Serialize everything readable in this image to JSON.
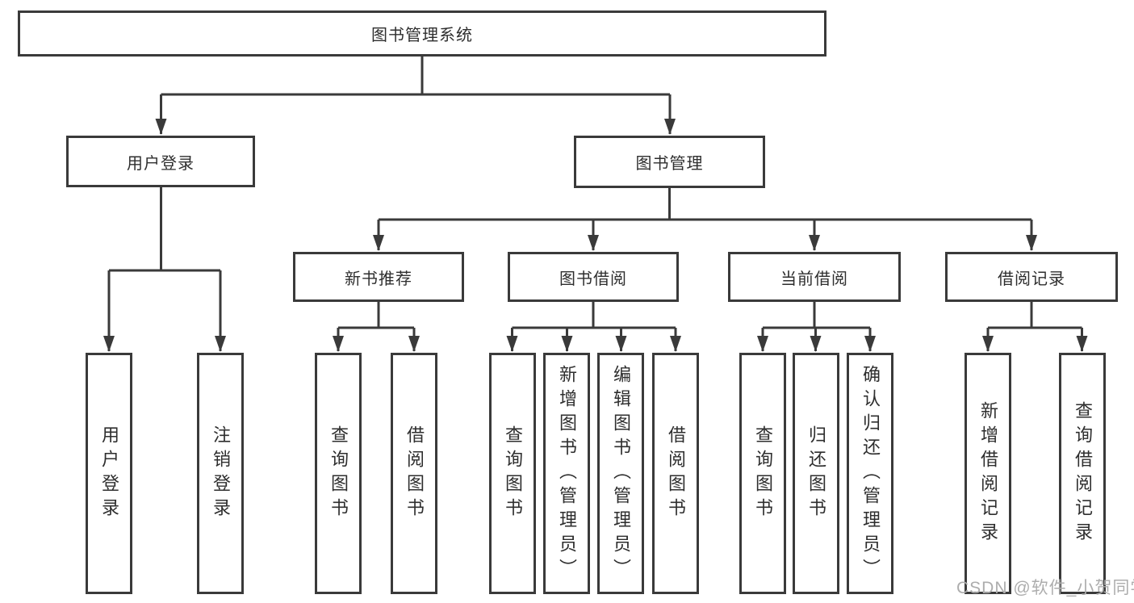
{
  "tree": {
    "label": "图书管理系统",
    "children": [
      {
        "label": "用户登录",
        "children": [
          {
            "label": "用户登录"
          },
          {
            "label": "注销登录"
          }
        ]
      },
      {
        "label": "图书管理",
        "children": [
          {
            "label": "新书推荐",
            "children": [
              {
                "label": "查询图书"
              },
              {
                "label": "借阅图书"
              }
            ]
          },
          {
            "label": "图书借阅",
            "children": [
              {
                "label": "查询图书"
              },
              {
                "label": "新增图书（管理员）"
              },
              {
                "label": "编辑图书（管理员）"
              },
              {
                "label": "借阅图书"
              }
            ]
          },
          {
            "label": "当前借阅",
            "children": [
              {
                "label": "查询图书"
              },
              {
                "label": "归还图书"
              },
              {
                "label": "确认归还（管理员）"
              }
            ]
          },
          {
            "label": "借阅记录",
            "children": [
              {
                "label": "新增借阅记录"
              },
              {
                "label": "查询借阅记录"
              }
            ]
          }
        ]
      }
    ]
  },
  "watermark": {
    "text": "CSDN @软件_小贺同学"
  },
  "colors": {
    "line": "#3a3a3a",
    "text": "#2e2e2e",
    "watermark": "#adadad",
    "background": "#ffffff"
  }
}
